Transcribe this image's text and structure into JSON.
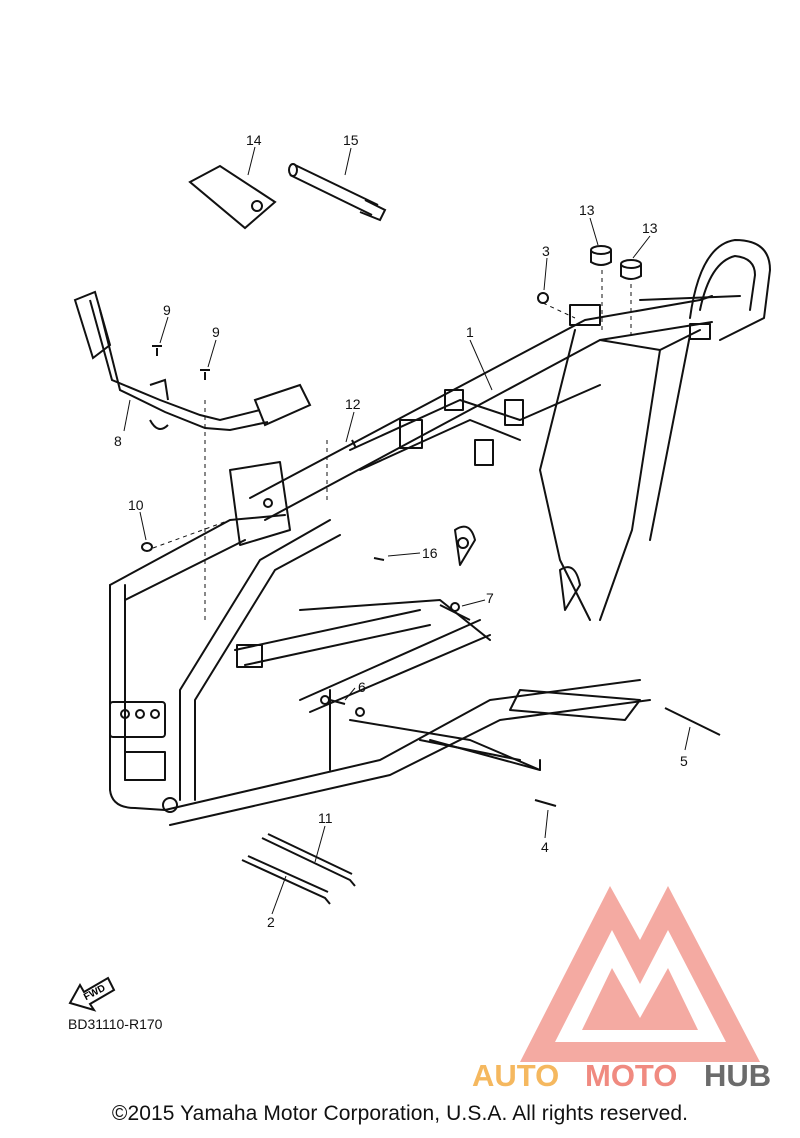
{
  "diagram": {
    "callouts": [
      {
        "id": "c1",
        "label": "1"
      },
      {
        "id": "c2",
        "label": "2"
      },
      {
        "id": "c3",
        "label": "3"
      },
      {
        "id": "c4",
        "label": "4"
      },
      {
        "id": "c5",
        "label": "5"
      },
      {
        "id": "c6",
        "label": "6"
      },
      {
        "id": "c7",
        "label": "7"
      },
      {
        "id": "c8",
        "label": "8"
      },
      {
        "id": "c9a",
        "label": "9"
      },
      {
        "id": "c9b",
        "label": "9"
      },
      {
        "id": "c10",
        "label": "10"
      },
      {
        "id": "c11",
        "label": "11"
      },
      {
        "id": "c12",
        "label": "12"
      },
      {
        "id": "c13a",
        "label": "13"
      },
      {
        "id": "c13b",
        "label": "13"
      },
      {
        "id": "c14",
        "label": "14"
      },
      {
        "id": "c15",
        "label": "15"
      },
      {
        "id": "c16",
        "label": "16"
      }
    ],
    "fwd_label": "FWD",
    "drawing_code": "BD31110-R170",
    "copyright": "©2015 Yamaha Motor Corporation, U.S.A. All rights reserved."
  },
  "watermark": {
    "brand_part1": "AUTO",
    "brand_part2": "MOTO",
    "brand_part3": "HUB",
    "colors": {
      "primary": "#f08a80",
      "secondary": "#f5b85f",
      "text_dark": "#6b6b6b"
    }
  }
}
